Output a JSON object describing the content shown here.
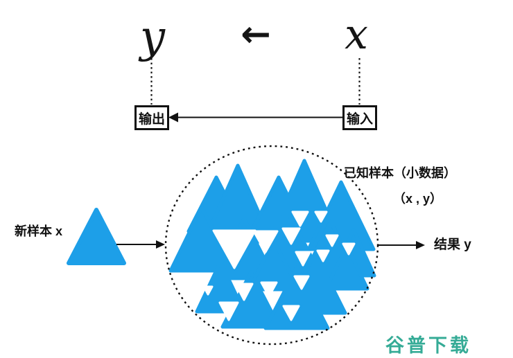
{
  "math": {
    "output_var": "y",
    "arrow": "←",
    "input_var": "x"
  },
  "boxes": {
    "output": "输出",
    "input": "输入"
  },
  "labels": {
    "known_samples": "已知样本（小数据）",
    "sample_pair": "（x , y）",
    "new_sample": "新样本 x",
    "result": "结果 y"
  },
  "watermark": {
    "text": "谷普下载",
    "color": "#35ab96"
  },
  "colors": {
    "triangle_blue": "#1D9FE8",
    "line_black": "#111111"
  },
  "cluster": {
    "blue_triangles": [
      [
        312,
        256,
        40,
        78
      ],
      [
        343,
        239,
        49,
        110
      ],
      [
        402,
        256,
        40,
        80
      ],
      [
        439,
        232,
        51,
        116
      ],
      [
        492,
        263,
        47,
        97
      ],
      [
        291,
        299,
        45,
        92
      ],
      [
        352,
        316,
        44,
        86
      ],
      [
        420,
        314,
        46,
        90
      ],
      [
        477,
        320,
        47,
        94
      ],
      [
        510,
        332,
        30,
        66
      ],
      [
        500,
        355,
        30,
        62
      ],
      [
        318,
        378,
        34,
        72
      ],
      [
        362,
        393,
        41,
        79
      ],
      [
        428,
        386,
        45,
        88
      ],
      [
        462,
        380,
        36,
        72
      ],
      [
        395,
        348,
        36,
        70
      ]
    ],
    "white_gaps": [
      [
        338,
        333,
        30,
        54
      ],
      [
        383,
        334,
        17,
        30
      ],
      [
        433,
        306,
        11,
        20
      ],
      [
        463,
        306,
        8,
        14
      ],
      [
        420,
        330,
        12,
        22
      ],
      [
        479,
        340,
        8,
        15
      ],
      [
        437,
        364,
        10,
        19
      ],
      [
        466,
        362,
        8,
        15
      ],
      [
        352,
        410,
        12,
        23
      ],
      [
        388,
        408,
        11,
        20
      ],
      [
        330,
        437,
        13,
        25
      ],
      [
        435,
        399,
        10,
        18
      ],
      [
        300,
        414,
        6,
        11
      ],
      [
        420,
        442,
        11,
        20
      ],
      [
        503,
        352,
        8,
        15
      ]
    ],
    "new_sample_triangle": [
      139,
      303,
      40,
      77
    ]
  }
}
